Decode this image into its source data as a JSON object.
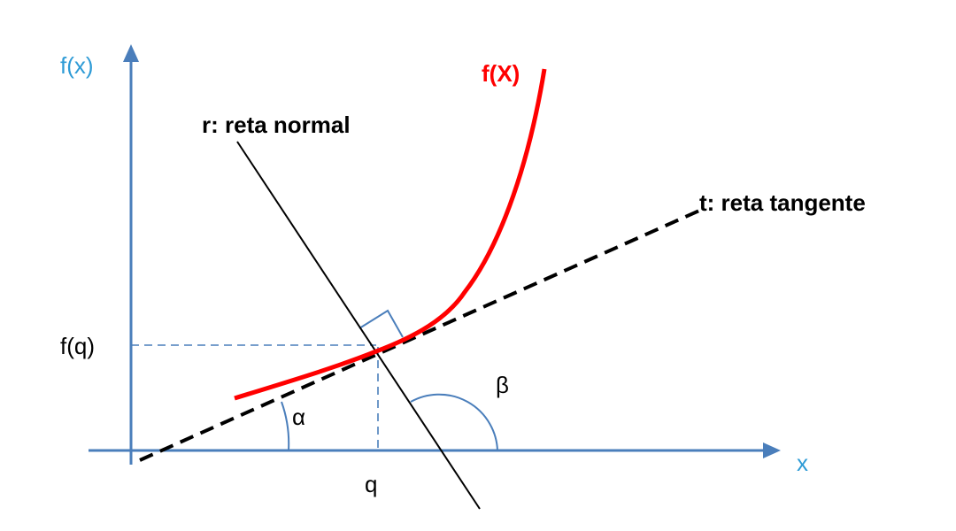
{
  "labels": {
    "y_axis": "f(x)",
    "x_axis": "x",
    "curve": "f(X)",
    "normal_line": "r: reta normal",
    "tangent_line": "t: reta tangente",
    "fq": "f(q)",
    "q": "q",
    "alpha": "α",
    "beta": "β"
  },
  "colors": {
    "axis": "#4a7ebb",
    "axis_label": "#2e9bd6",
    "curve": "#ff0000",
    "lines": "#000000"
  }
}
